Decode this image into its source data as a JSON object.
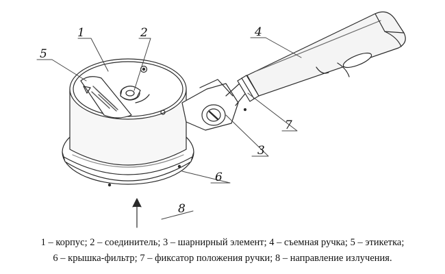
{
  "callouts": [
    {
      "id": "c1",
      "label": "1"
    },
    {
      "id": "c2",
      "label": "2"
    },
    {
      "id": "c3",
      "label": "3"
    },
    {
      "id": "c4",
      "label": "4"
    },
    {
      "id": "c5",
      "label": "5"
    },
    {
      "id": "c6",
      "label": "6"
    },
    {
      "id": "c7",
      "label": "7"
    },
    {
      "id": "c8",
      "label": "8"
    }
  ],
  "caption": {
    "line1": "1 – корпус; 2 – соединитель; 3 – шарнирный элемент; 4 – съемная ручка; 5 – этикетка;",
    "line2": "6 – крышка-фильтр; 7 – фиксатор положения ручки; 8 – направление излучения."
  }
}
